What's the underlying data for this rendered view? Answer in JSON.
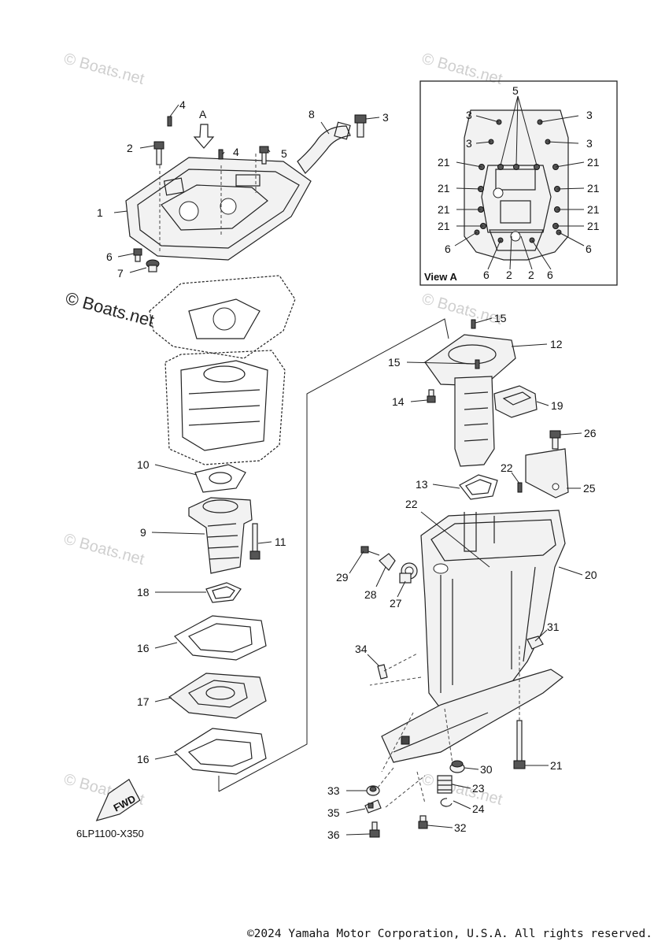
{
  "diagram": {
    "drawing_code": "6LP1100-X350",
    "view_label": "View A",
    "arrow_label": "A",
    "fwd_label": "FWD",
    "copyright": "©2024 Yamaha Motor Corporation, U.S.A. All rights reserved.",
    "watermark": "© Boats.net",
    "watermark_main": "© Boats.net"
  },
  "callouts": [
    "1",
    "2",
    "3",
    "4",
    "5",
    "6",
    "7",
    "8",
    "9",
    "10",
    "11",
    "12",
    "13",
    "14",
    "15",
    "16",
    "17",
    "18",
    "19",
    "20",
    "21",
    "22",
    "23",
    "24",
    "25",
    "26",
    "27",
    "28",
    "29",
    "30",
    "31",
    "32",
    "33",
    "34",
    "35",
    "36"
  ]
}
